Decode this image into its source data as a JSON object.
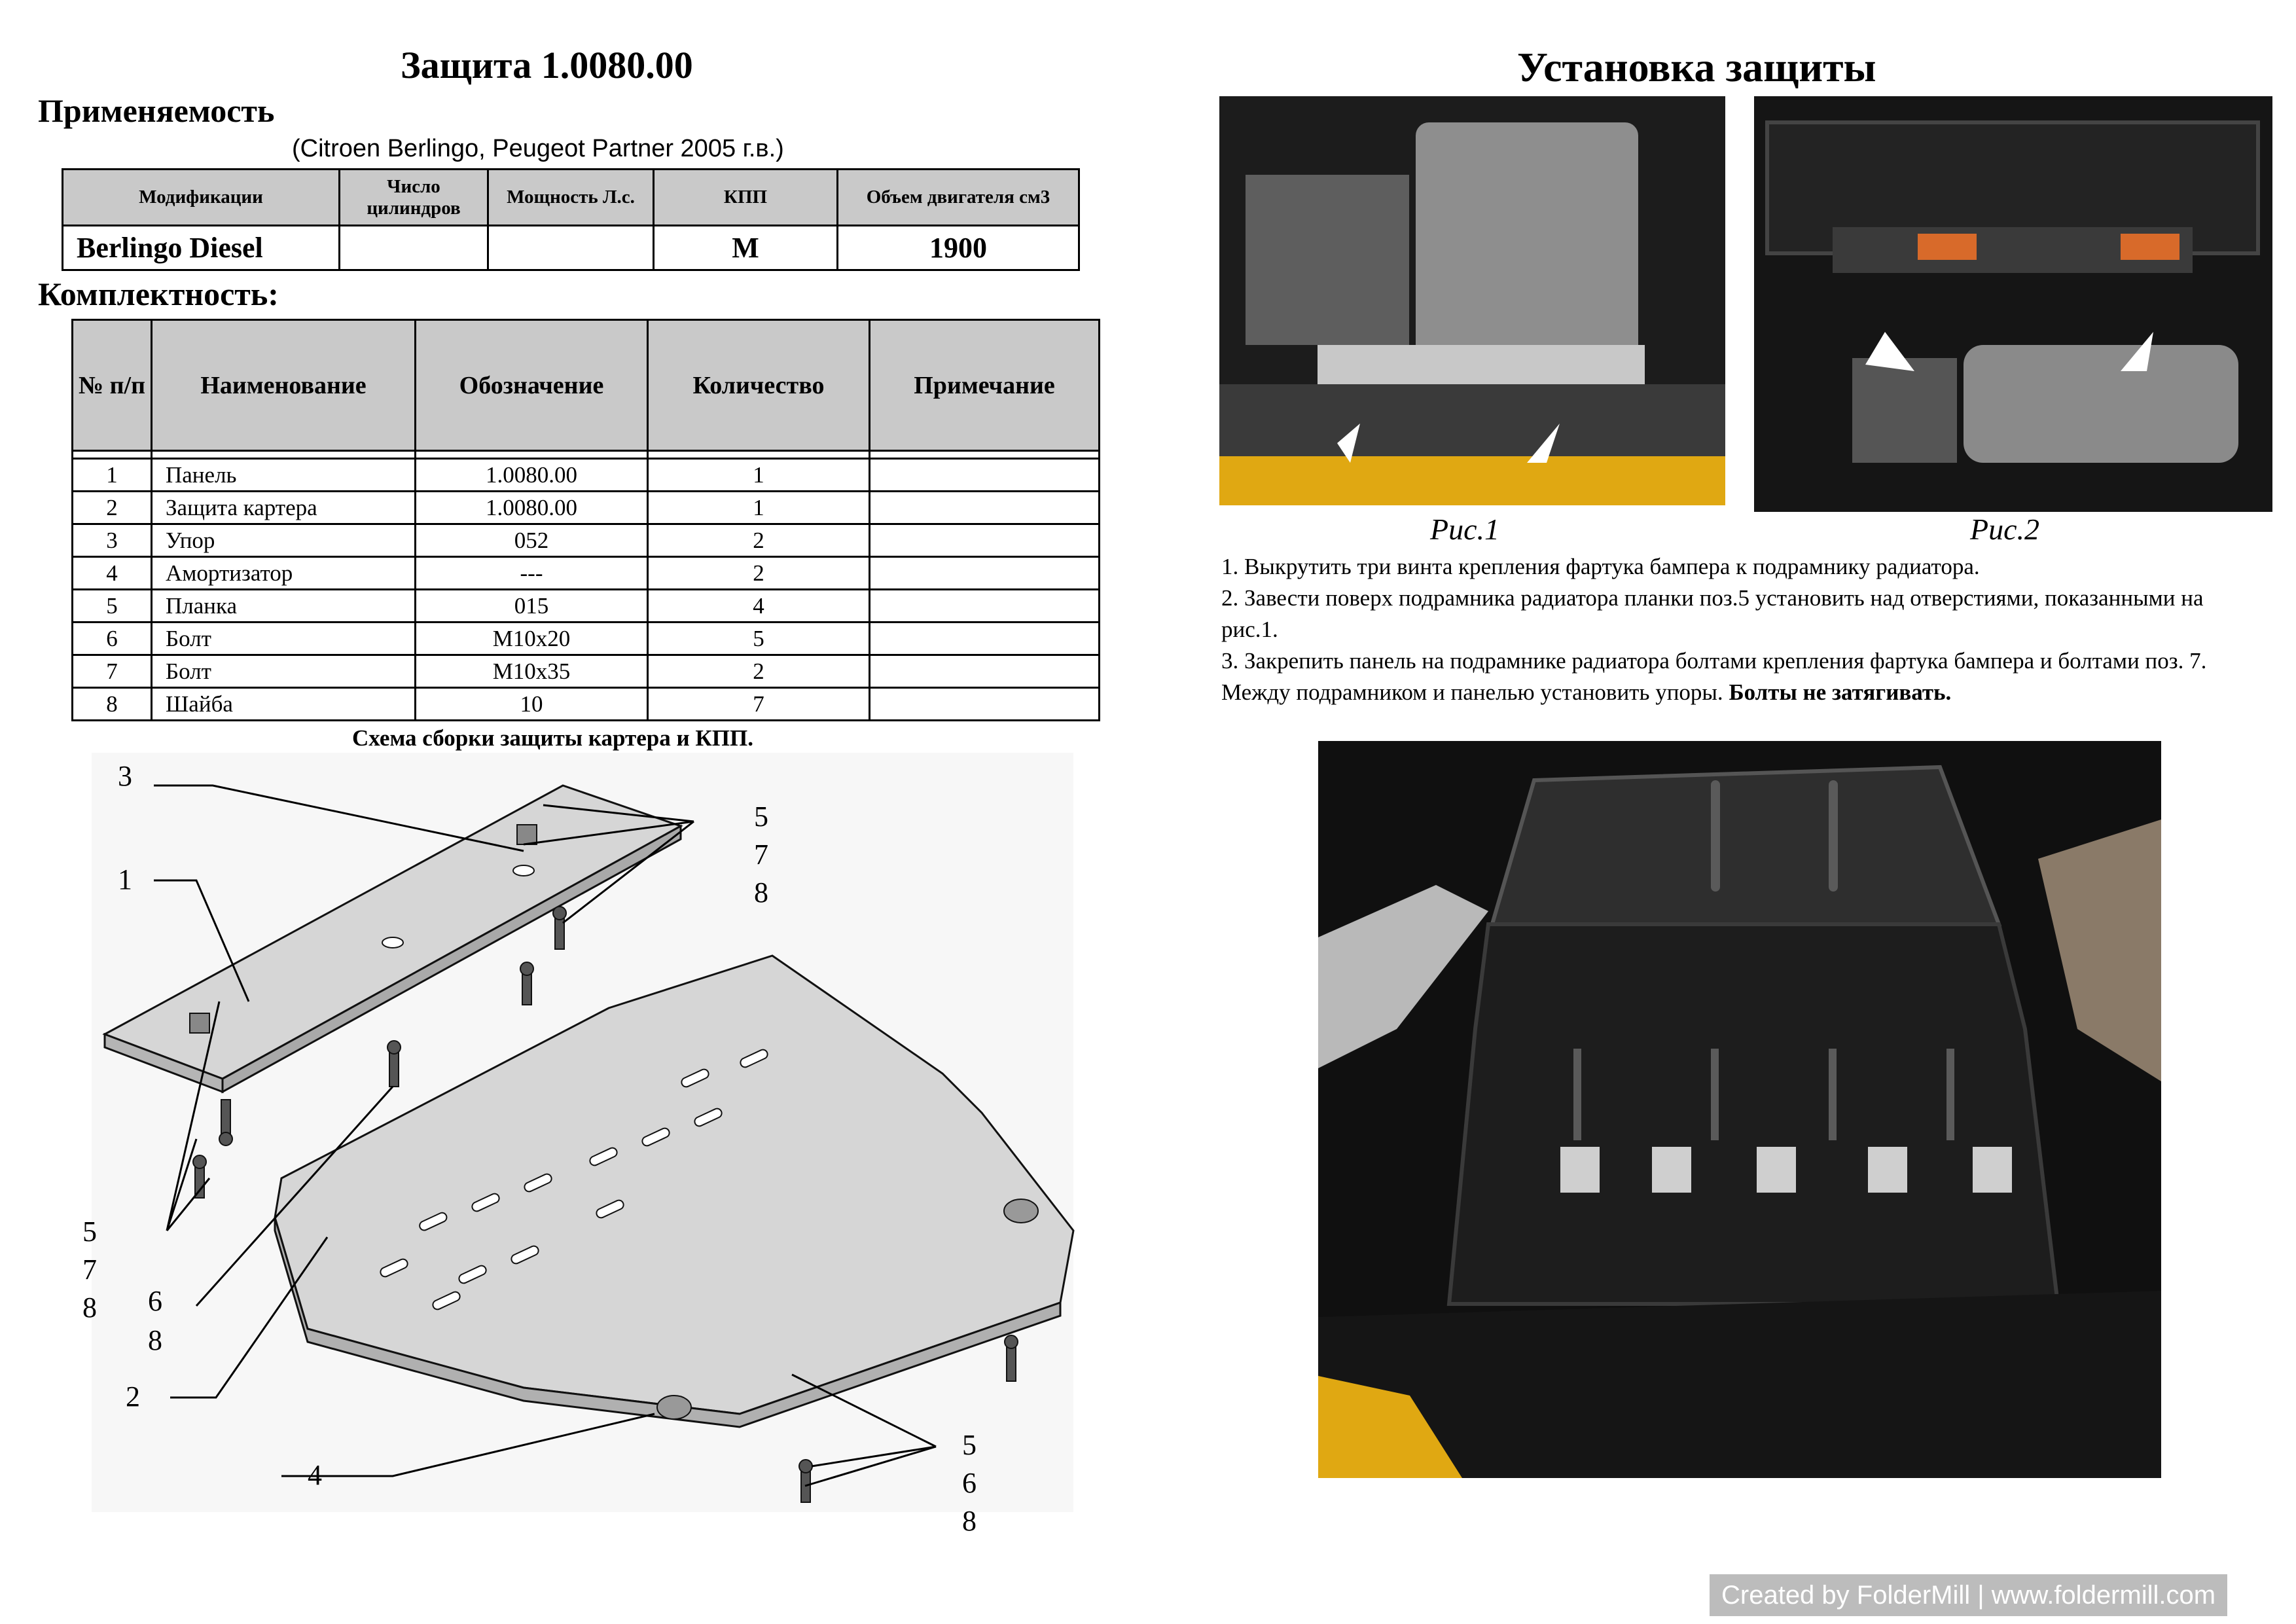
{
  "left": {
    "title": "Защита 1.0080.00",
    "applicability_heading": "Применяемость",
    "applicability_note": "(Citroen Berlingo, Peugeot Partner  2005 г.в.)",
    "mod_table": {
      "headers": [
        "Модификации",
        "Число цилиндров",
        "Мощность Л.с.",
        "КПП",
        "Объем двигателя см3"
      ],
      "row": [
        "Berlingo Diesel",
        "",
        "",
        "M",
        "1900"
      ]
    },
    "kit_heading": "Комплектность:",
    "kit_table": {
      "headers": [
        "№ п/п",
        "Наименование",
        "Обозначение",
        "Количество",
        "Примечание"
      ],
      "rows": [
        [
          "1",
          "Панель",
          "1.0080.00",
          "1",
          ""
        ],
        [
          "2",
          "Защита картера",
          "1.0080.00",
          "1",
          ""
        ],
        [
          "3",
          "Упор",
          "052",
          "2",
          ""
        ],
        [
          "4",
          "Амортизатор",
          "---",
          "2",
          ""
        ],
        [
          "5",
          "Планка",
          "015",
          "4",
          ""
        ],
        [
          "6",
          "Болт",
          "М10х20",
          "5",
          ""
        ],
        [
          "7",
          "Болт",
          "М10х35",
          "2",
          ""
        ],
        [
          "8",
          "Шайба",
          "10",
          "7",
          ""
        ]
      ]
    },
    "scheme_caption": "Схема сборки защиты картера и КПП.",
    "callouts": {
      "c3": "3",
      "c1": "1",
      "c578a": [
        "5",
        "7",
        "8"
      ],
      "c578b": [
        "5",
        "7",
        "8"
      ],
      "c68": [
        "6",
        "8"
      ],
      "c2": "2",
      "c4": "4",
      "c568": [
        "5",
        "6",
        "8"
      ]
    }
  },
  "right": {
    "title": "Установка защиты",
    "fig1": "Рис.1",
    "fig2": "Рис.2",
    "steps": [
      "1. Выкрутить три винта крепления фартука бампера к подрамнику радиатора.",
      "2. Завести  поверх подрамника радиатора планки поз.5 установить над отверстиями, показанными на рис.1.",
      "3. Закрепить панель на подрамнике радиатора болтами крепления фартука бампера и болтами поз. 7. Между подрамником и панелью установить упоры."
    ],
    "step3_bold": "Болты не затягивать."
  },
  "watermark": "Created by FolderMill | www.foldermill.com",
  "colors": {
    "header_fill": "#c9c9c9",
    "plate_fill": "#d6d6d6",
    "photo_dark": "#1a1a1a",
    "bumper_yellow": "#e0a812"
  }
}
